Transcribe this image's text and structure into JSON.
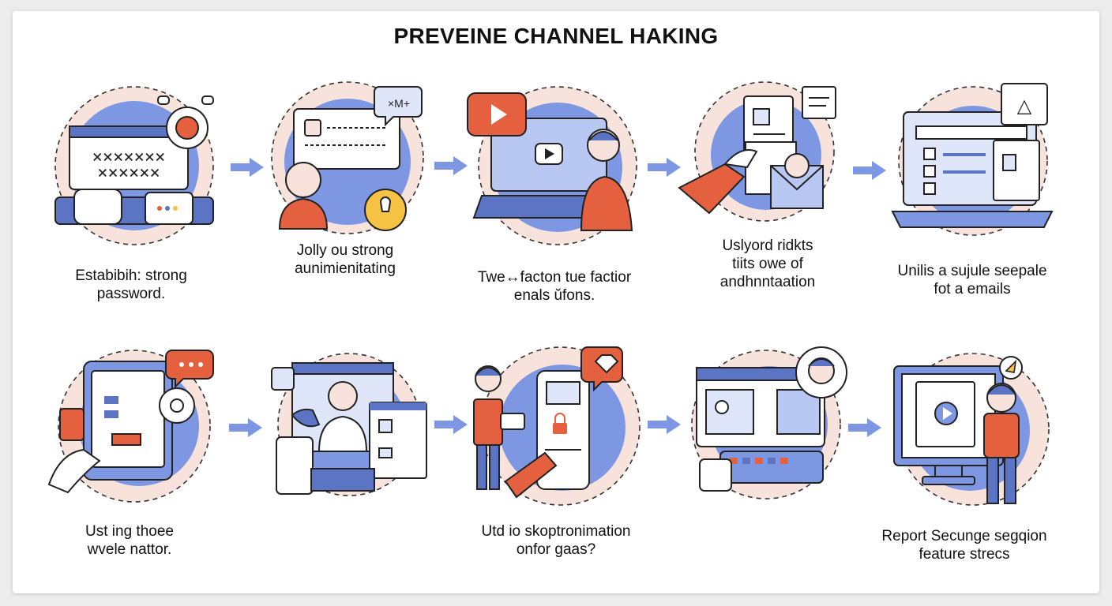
{
  "title": "PREVEINE CHANNEL HAKING",
  "colors": {
    "accent_blue": "#7d97e3",
    "dark_blue": "#5b74c4",
    "accent_red": "#e4603f",
    "halo_pink": "#f8e3dc",
    "yellow": "#f6c243",
    "ink": "#222222"
  },
  "steps": [
    {
      "icon": "password-lock-icon",
      "caption_lines": [
        "Estabibih: strong",
        "password."
      ]
    },
    {
      "icon": "authentication-person-icon",
      "caption_lines": [
        "Jolly ou strong",
        "aunimienitating"
      ]
    },
    {
      "icon": "video-laptop-icon",
      "caption_lines": [
        "Twe↔facton tue factior",
        "enals ŭfons."
      ]
    },
    {
      "icon": "email-verification-icon",
      "caption_lines": [
        "Uslyord ridkts",
        "tiits owe of",
        "andhnntaation"
      ]
    },
    {
      "icon": "secure-laptop-checklist-icon",
      "caption_lines": [
        "Unilis a sujule seepale",
        "fot  a emails"
      ]
    },
    {
      "icon": "tablet-chat-icon",
      "caption_lines": [
        "Ust ing thoee",
        "wvele nattor."
      ]
    },
    {
      "icon": "browser-phone-icon",
      "caption_lines": []
    },
    {
      "icon": "phone-lock-person-icon",
      "caption_lines": [
        "Utd io skoptronimation",
        "onfor gaas?"
      ]
    },
    {
      "icon": "dashboard-keyboard-icon",
      "caption_lines": []
    },
    {
      "icon": "monitor-report-icon",
      "caption_lines": [
        "Report Secunge segqion",
        "feature strecs"
      ]
    }
  ]
}
